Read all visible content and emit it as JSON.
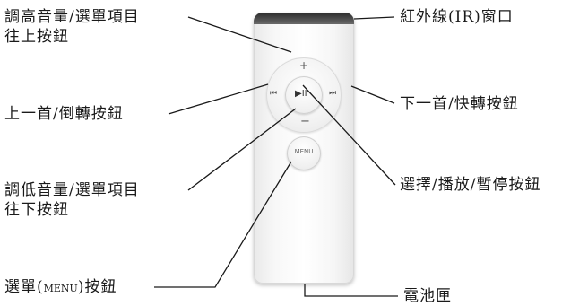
{
  "callouts": {
    "volume_up": {
      "line1": "調高音量/選單項目",
      "line2": "往上按鈕"
    },
    "prev_rewind": {
      "label": "上一首/倒轉按鈕"
    },
    "volume_down": {
      "line1": "調低音量/選單項目",
      "line2": "往下按鈕"
    },
    "menu_button": {
      "prefix": "選單(",
      "sub": "MENU",
      "suffix": ")按鈕"
    },
    "ir_window": {
      "label": "紅外線(IR)窗口"
    },
    "next_ff": {
      "label": "下一首/快轉按鈕"
    },
    "select_play": {
      "label": "選擇/播放/暫停按鈕"
    },
    "battery": {
      "label": "電池匣"
    }
  },
  "remote": {
    "plus_glyph": "+",
    "minus_glyph": "−",
    "prev_glyph": "⏮",
    "next_glyph": "⏭",
    "play_glyph": "▶II",
    "menu_text": "MENU"
  }
}
